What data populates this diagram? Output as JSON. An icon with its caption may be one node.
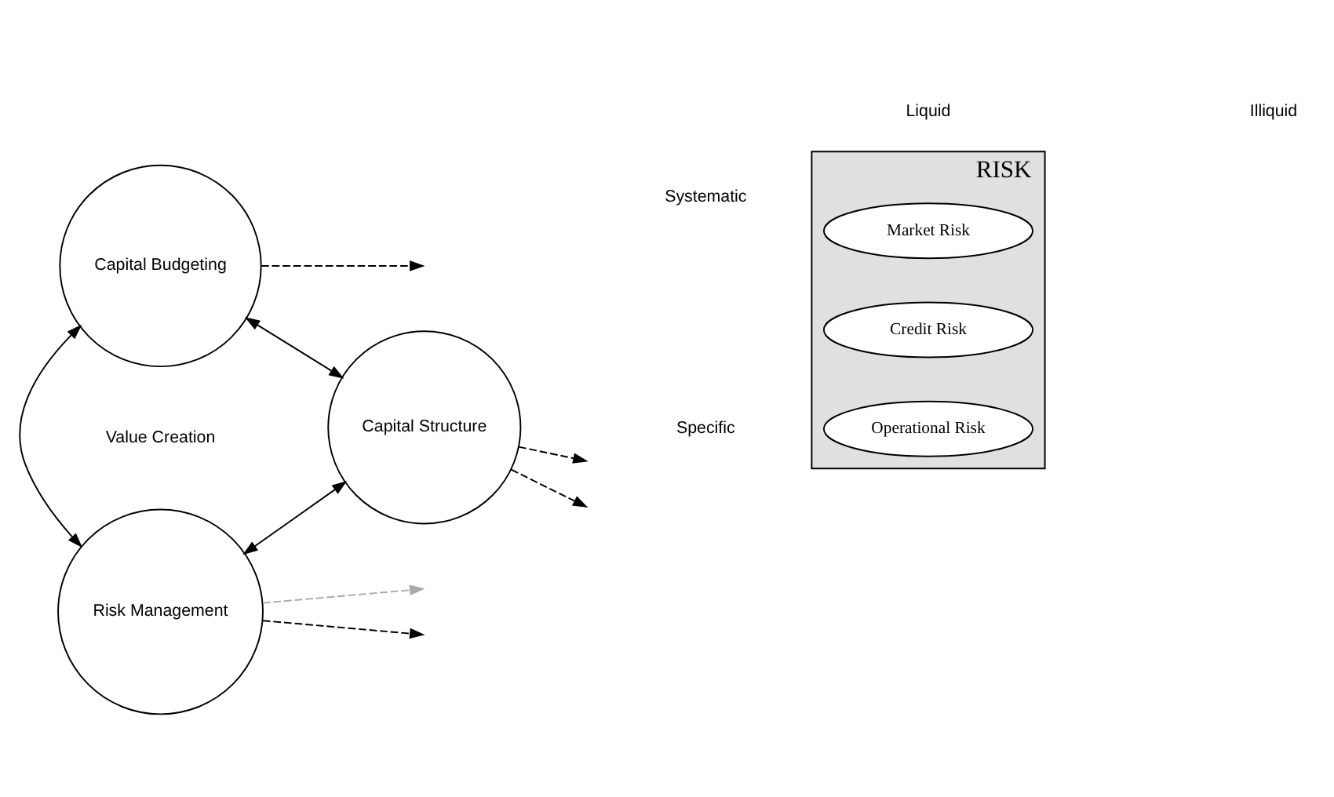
{
  "diagram": {
    "nodes": [
      {
        "text": [
          "Capital Budgeting"
        ]
      },
      {
        "text": [
          "Capital Structure"
        ]
      },
      {
        "text": [
          "Risk Management"
        ]
      },
      {
        "text": [
          "RISK"
        ]
      },
      {
        "text": [
          "Market Risk"
        ],
        "in": 3
      },
      {
        "text": [
          "Credit Risk"
        ],
        "in": 3
      },
      {
        "text": [
          "Operational Risk"
        ],
        "in": 3
      }
    ],
    "edges": [
      {
        "from": 0,
        "to": 1,
        "arrow": "both"
      },
      {
        "from": 0,
        "to": 2,
        "arrow": "both"
      },
      {
        "from": 2,
        "to": 1,
        "arrow": "both"
      },
      {
        "from": 0,
        "to": null,
        "arrow": "to",
        "style": "dashed"
      },
      {
        "from": 2,
        "to": null,
        "arrow": "to",
        "style": "dashed",
        "color": "#aaaaaa"
      },
      {
        "from": 1,
        "to": null,
        "arrow": "to",
        "style": "dashed"
      },
      {
        "from": 1,
        "to": null,
        "arrow": "to",
        "style": "dashed"
      },
      {
        "from": 2,
        "to": null,
        "arrow": "to",
        "style": "dashed"
      }
    ],
    "labels": [
      "Liquid",
      "Illiquid",
      "Systematic",
      "Value Creation",
      "Specific"
    ]
  }
}
